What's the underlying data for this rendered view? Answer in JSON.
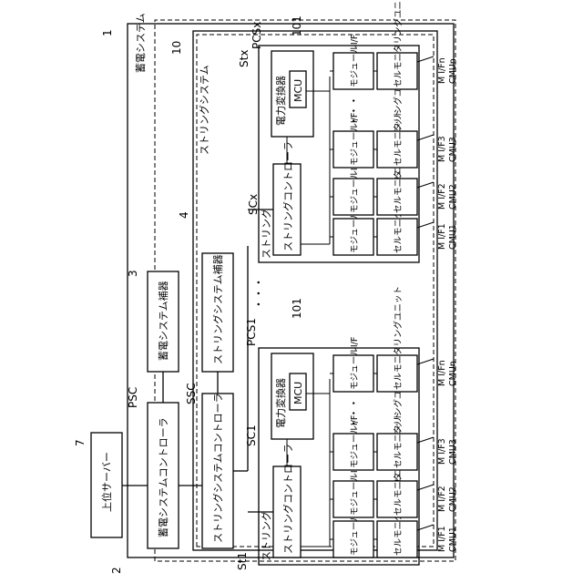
{
  "labels": {
    "upper_server": "上位サーバー",
    "storage_system": "蓄電システム",
    "storage_controller": "蓄電システムコントローラ",
    "storage_aux": "蓄電システム補器",
    "string_system": "ストリングシステム",
    "string_system_controller": "ストリングシステムコントローラ",
    "string_system_aux": "ストリングシステム補器",
    "string": "ストリング",
    "string_controller": "ストリングコントローラ",
    "power_converter": "電力変換器",
    "mcu": "MCU",
    "cell_monitor_unit": "セルモニタリングユニット",
    "module_if": "モジュールI/F",
    "ellipsis": "・・・",
    "vdots": "・・・"
  },
  "refs": {
    "r1": "1",
    "r2": "2",
    "r3": "3",
    "r4": "4",
    "r7": "7",
    "r10": "10",
    "r101a": "101",
    "r101b": "101",
    "psc": "PSC",
    "ssc": "SSC",
    "st1": "St1",
    "stx": "Stx",
    "sc1": "SC1",
    "scx": "SCx",
    "pcs1": "PCS1",
    "pcsx": "PCSx"
  },
  "string1_units": [
    {
      "mif": "M I/F1",
      "cmu": "CMU1"
    },
    {
      "mif": "M I/F2",
      "cmu": "CMU2"
    },
    {
      "mif": "M I/F3",
      "cmu": "CMU3"
    },
    {
      "mif": "M I/Fn",
      "cmu": "CMUn"
    }
  ],
  "stringx_units": [
    {
      "mif": "M I/F1",
      "cmu": "CMU1"
    },
    {
      "mif": "M I/F2",
      "cmu": "CMU2"
    },
    {
      "mif": "M I/F3",
      "cmu": "CMU3"
    },
    {
      "mif": "M I/Fn",
      "cmu": "CMUn"
    }
  ]
}
